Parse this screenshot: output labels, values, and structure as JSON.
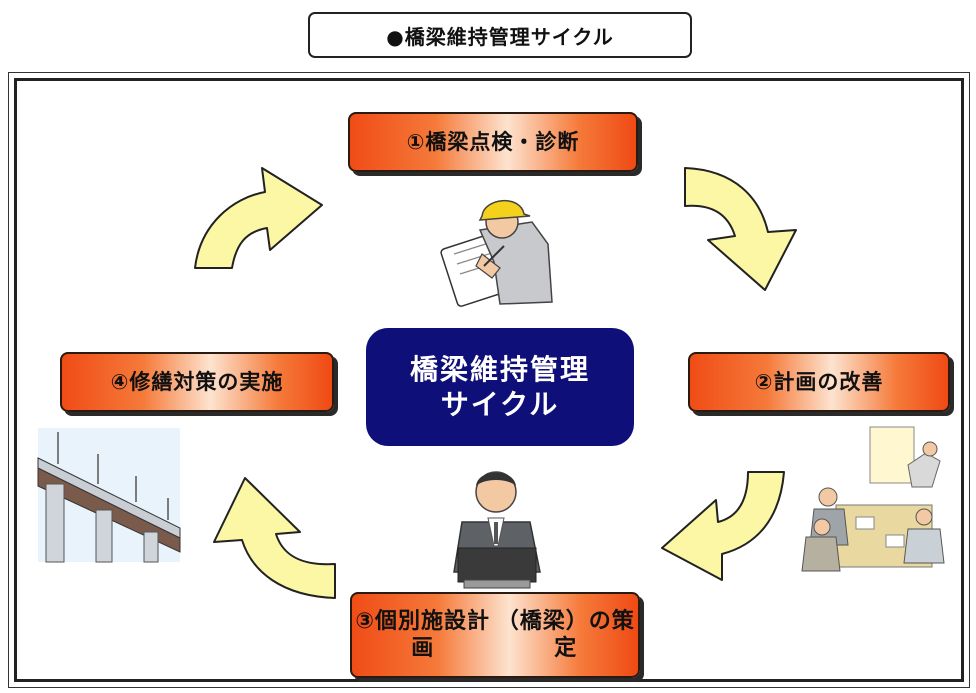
{
  "title": "●橋梁維持管理サイクル",
  "center": {
    "line1": "橋梁維持管理",
    "line2": "サイクル"
  },
  "steps": {
    "step1": "①橋梁点検・診断",
    "step2": "②計画の改善",
    "step3_line1": "③個別施設計画",
    "step3_line2": "（橋梁）の策定",
    "step4": "④修繕対策の実施"
  },
  "colors": {
    "arrow_fill": "#fbf7a5",
    "center_fill": "#0f0f7a",
    "step_fill": "#f04c16"
  },
  "illustrations": [
    "inspector-illustration",
    "meeting-illustration",
    "planner-illustration",
    "bridge-illustration"
  ]
}
